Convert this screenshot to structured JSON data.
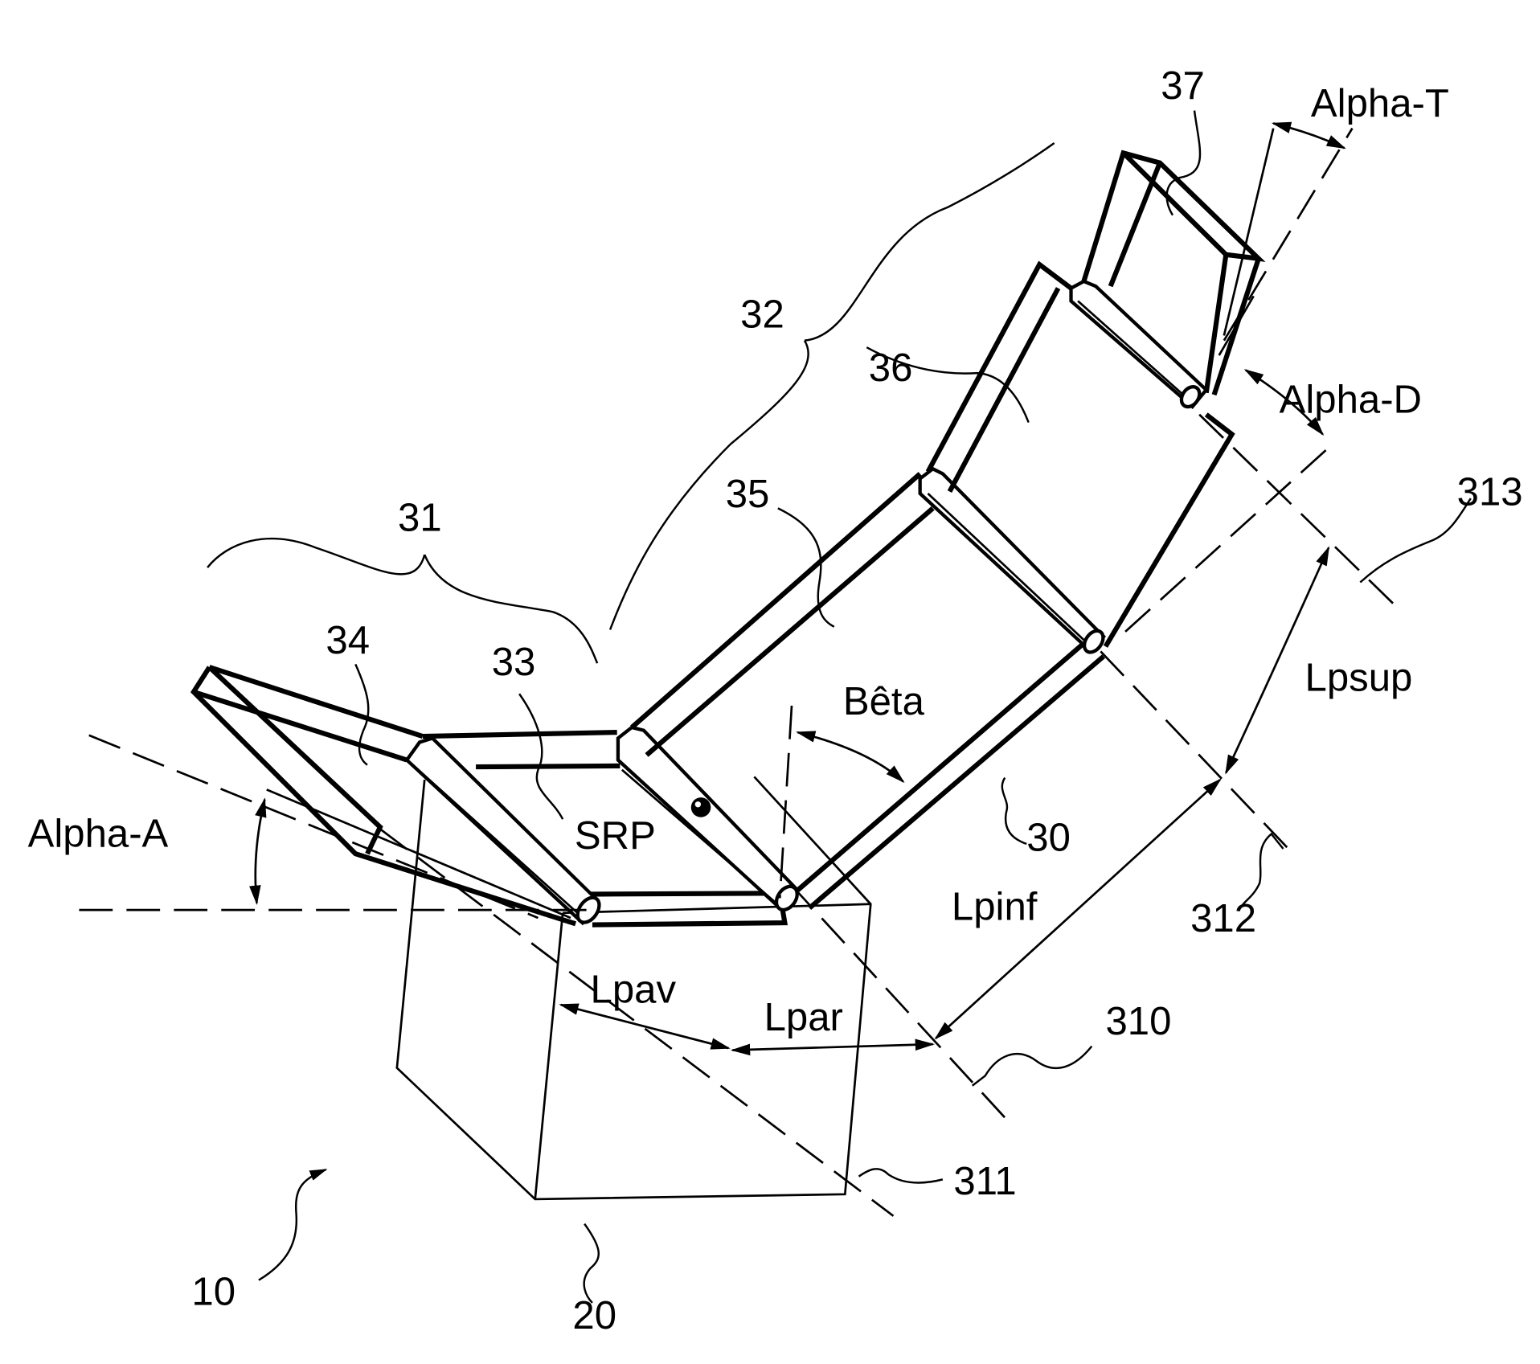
{
  "figure": {
    "description": "Patent technical drawing: articulated seat on a base with angular and length dimensions",
    "reference_numerals": {
      "device": "10",
      "base": "20",
      "seat_assembly": "30",
      "seat_group_lower": "31",
      "backrest_group": "32",
      "seat_rear_panel": "33",
      "seat_front_panel": "34",
      "backrest_lower_panel": "35",
      "backrest_upper_panel": "36",
      "headrest": "37",
      "axis_310": "310",
      "axis_311": "311",
      "axis_312": "312",
      "axis_313": "313"
    },
    "labels": {
      "alpha_t": "Alpha-T",
      "alpha_d": "Alpha-D",
      "alpha_a": "Alpha-A",
      "beta": "Bêta",
      "srp": "SRP",
      "lpsup": "Lpsup",
      "lpinf": "Lpinf",
      "lpav": "Lpav",
      "lpar": "Lpar"
    },
    "colors": {
      "ink": "#000000",
      "paper": "#ffffff"
    }
  }
}
